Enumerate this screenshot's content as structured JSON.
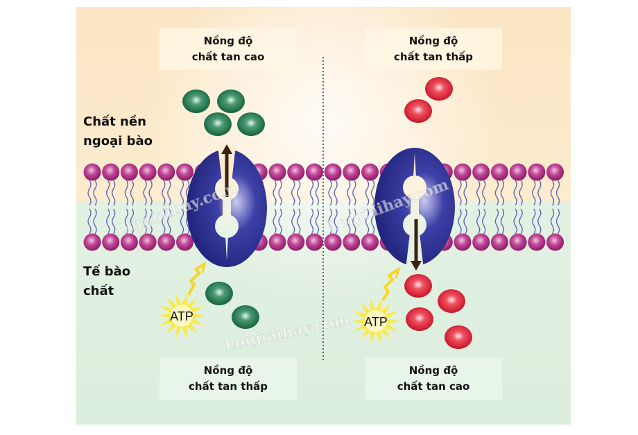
{
  "diagram": {
    "title": "Vận chuyển chủ động qua màng",
    "regions": {
      "extracellular": "Chất nền ngoại bào",
      "extracellular_lines": [
        "Chất nền",
        "ngoại bào"
      ],
      "cytoplasm": "Tế bào chất",
      "cytoplasm_lines": [
        "Tế bào",
        "chất"
      ]
    },
    "panels": [
      {
        "id": "left",
        "top_label": [
          "Nồng độ",
          "chất tan cao"
        ],
        "bottom_label": [
          "Nồng độ",
          "chất tan thấp"
        ],
        "solute_color": "#1e7a4e",
        "solute_count_top": 4,
        "solute_count_bottom": 2,
        "arrow_direction": "up",
        "energy_label": "ATP"
      },
      {
        "id": "right",
        "top_label": [
          "Nồng độ",
          "chất tan thấp"
        ],
        "bottom_label": [
          "Nồng độ",
          "chất tan cao"
        ],
        "solute_color": "#e0283a",
        "solute_count_top": 2,
        "solute_count_bottom": 4,
        "arrow_direction": "down",
        "energy_label": "ATP"
      }
    ],
    "watermark": "Loigiaihay.com",
    "colors": {
      "extracellular_bg": "#fde9c6",
      "cytoplasm_bg": "#dff0df",
      "phospholipid_head": "#a3207a",
      "protein": "#2a2c8c",
      "arrow": "#3b2213",
      "atp_star": "#fbe94a"
    }
  }
}
